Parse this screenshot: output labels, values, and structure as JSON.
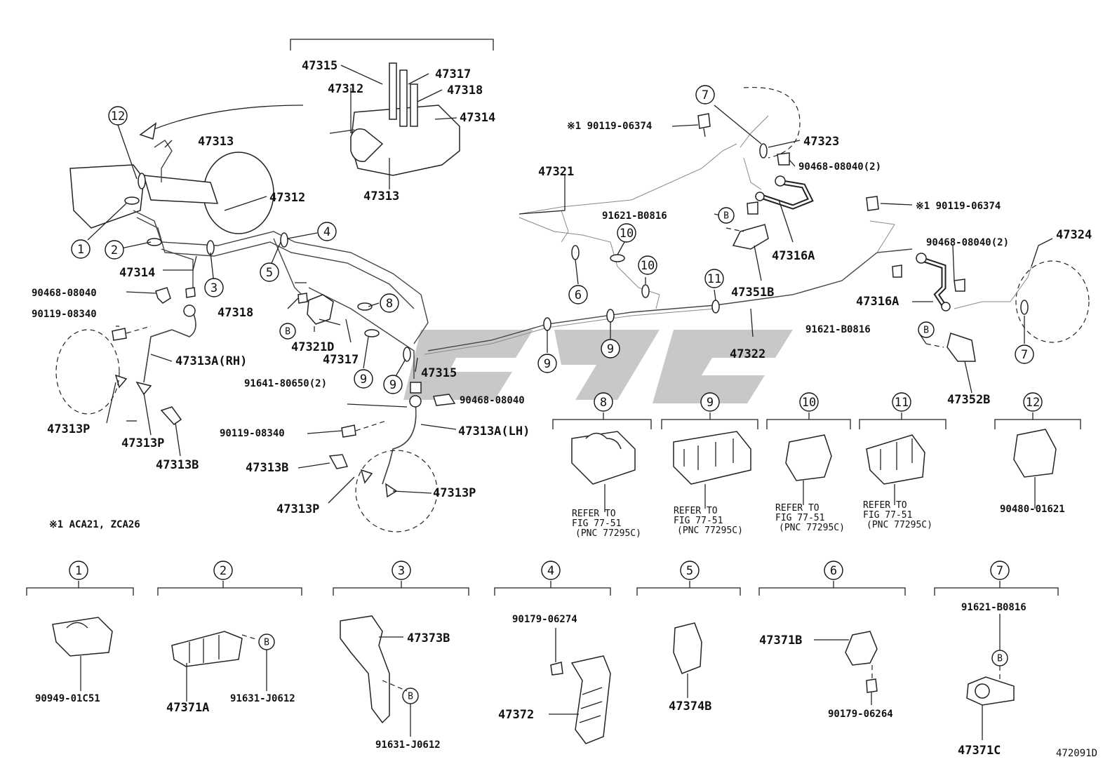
{
  "diagram_id": "472091D",
  "footnote": "※1 ACA21, ZCA26",
  "refer": {
    "line1": "REFER TO",
    "line2": "FIG 77-51",
    "line3": "(PNC 77295C)"
  },
  "callouts": [
    "1",
    "2",
    "3",
    "4",
    "5",
    "6",
    "7",
    "8",
    "9",
    "10",
    "11",
    "12"
  ],
  "labels": {
    "p47315_top": "47315",
    "p47317_top": "47317",
    "p47312_top": "47312",
    "p47318_top": "47318",
    "p47314_top": "47314",
    "p47313_top": "47313",
    "p47313_left": "47313",
    "p47312_left": "47312",
    "p47314_left": "47314",
    "p90468_left": "90468-08040",
    "p90119_left": "90119-08340",
    "p47318_mid": "47318",
    "p47321D": "47321D",
    "p47317_mid": "47317",
    "p47315_mid": "47315",
    "p91641": "91641-80650(2)",
    "p47313A_RH": "47313A(RH)",
    "p47313P_1": "47313P",
    "p47313P_2": "47313P",
    "p47313B_1": "47313B",
    "p90468_mid": "90468-08040",
    "p90119_mid": "90119-08340",
    "p47313A_LH": "47313A(LH)",
    "p47313B_2": "47313B",
    "p47313P_3": "47313P",
    "p47313P_4": "47313P",
    "p90119_06374_a": "※1 90119-06374",
    "p47321": "47321",
    "p47323": "47323",
    "p90468_2a": "90468-08040(2)",
    "p91621_a": "91621-B0816",
    "p47316A_a": "47316A",
    "p47351B": "47351B",
    "p47322": "47322",
    "p90119_06374_b": "※1 90119-06374",
    "p47324": "47324",
    "p90468_2b": "90468-08040(2)",
    "p47316A_b": "47316A",
    "p91621_b": "91621-B0816",
    "p47352B": "47352B",
    "p90480": "90480-01621",
    "p90949": "90949-01C51",
    "p47371A": "47371A",
    "p91631_a": "91631-J0612",
    "p47373B": "47373B",
    "p91631_b": "91631-J0612",
    "p90179_06274": "90179-06274",
    "p47372": "47372",
    "p47374B": "47374B",
    "p47371B": "47371B",
    "p90179_06264": "90179-06264",
    "p91621_c": "91621-B0816",
    "p47371C": "47371C"
  },
  "bolt_marker": "B"
}
